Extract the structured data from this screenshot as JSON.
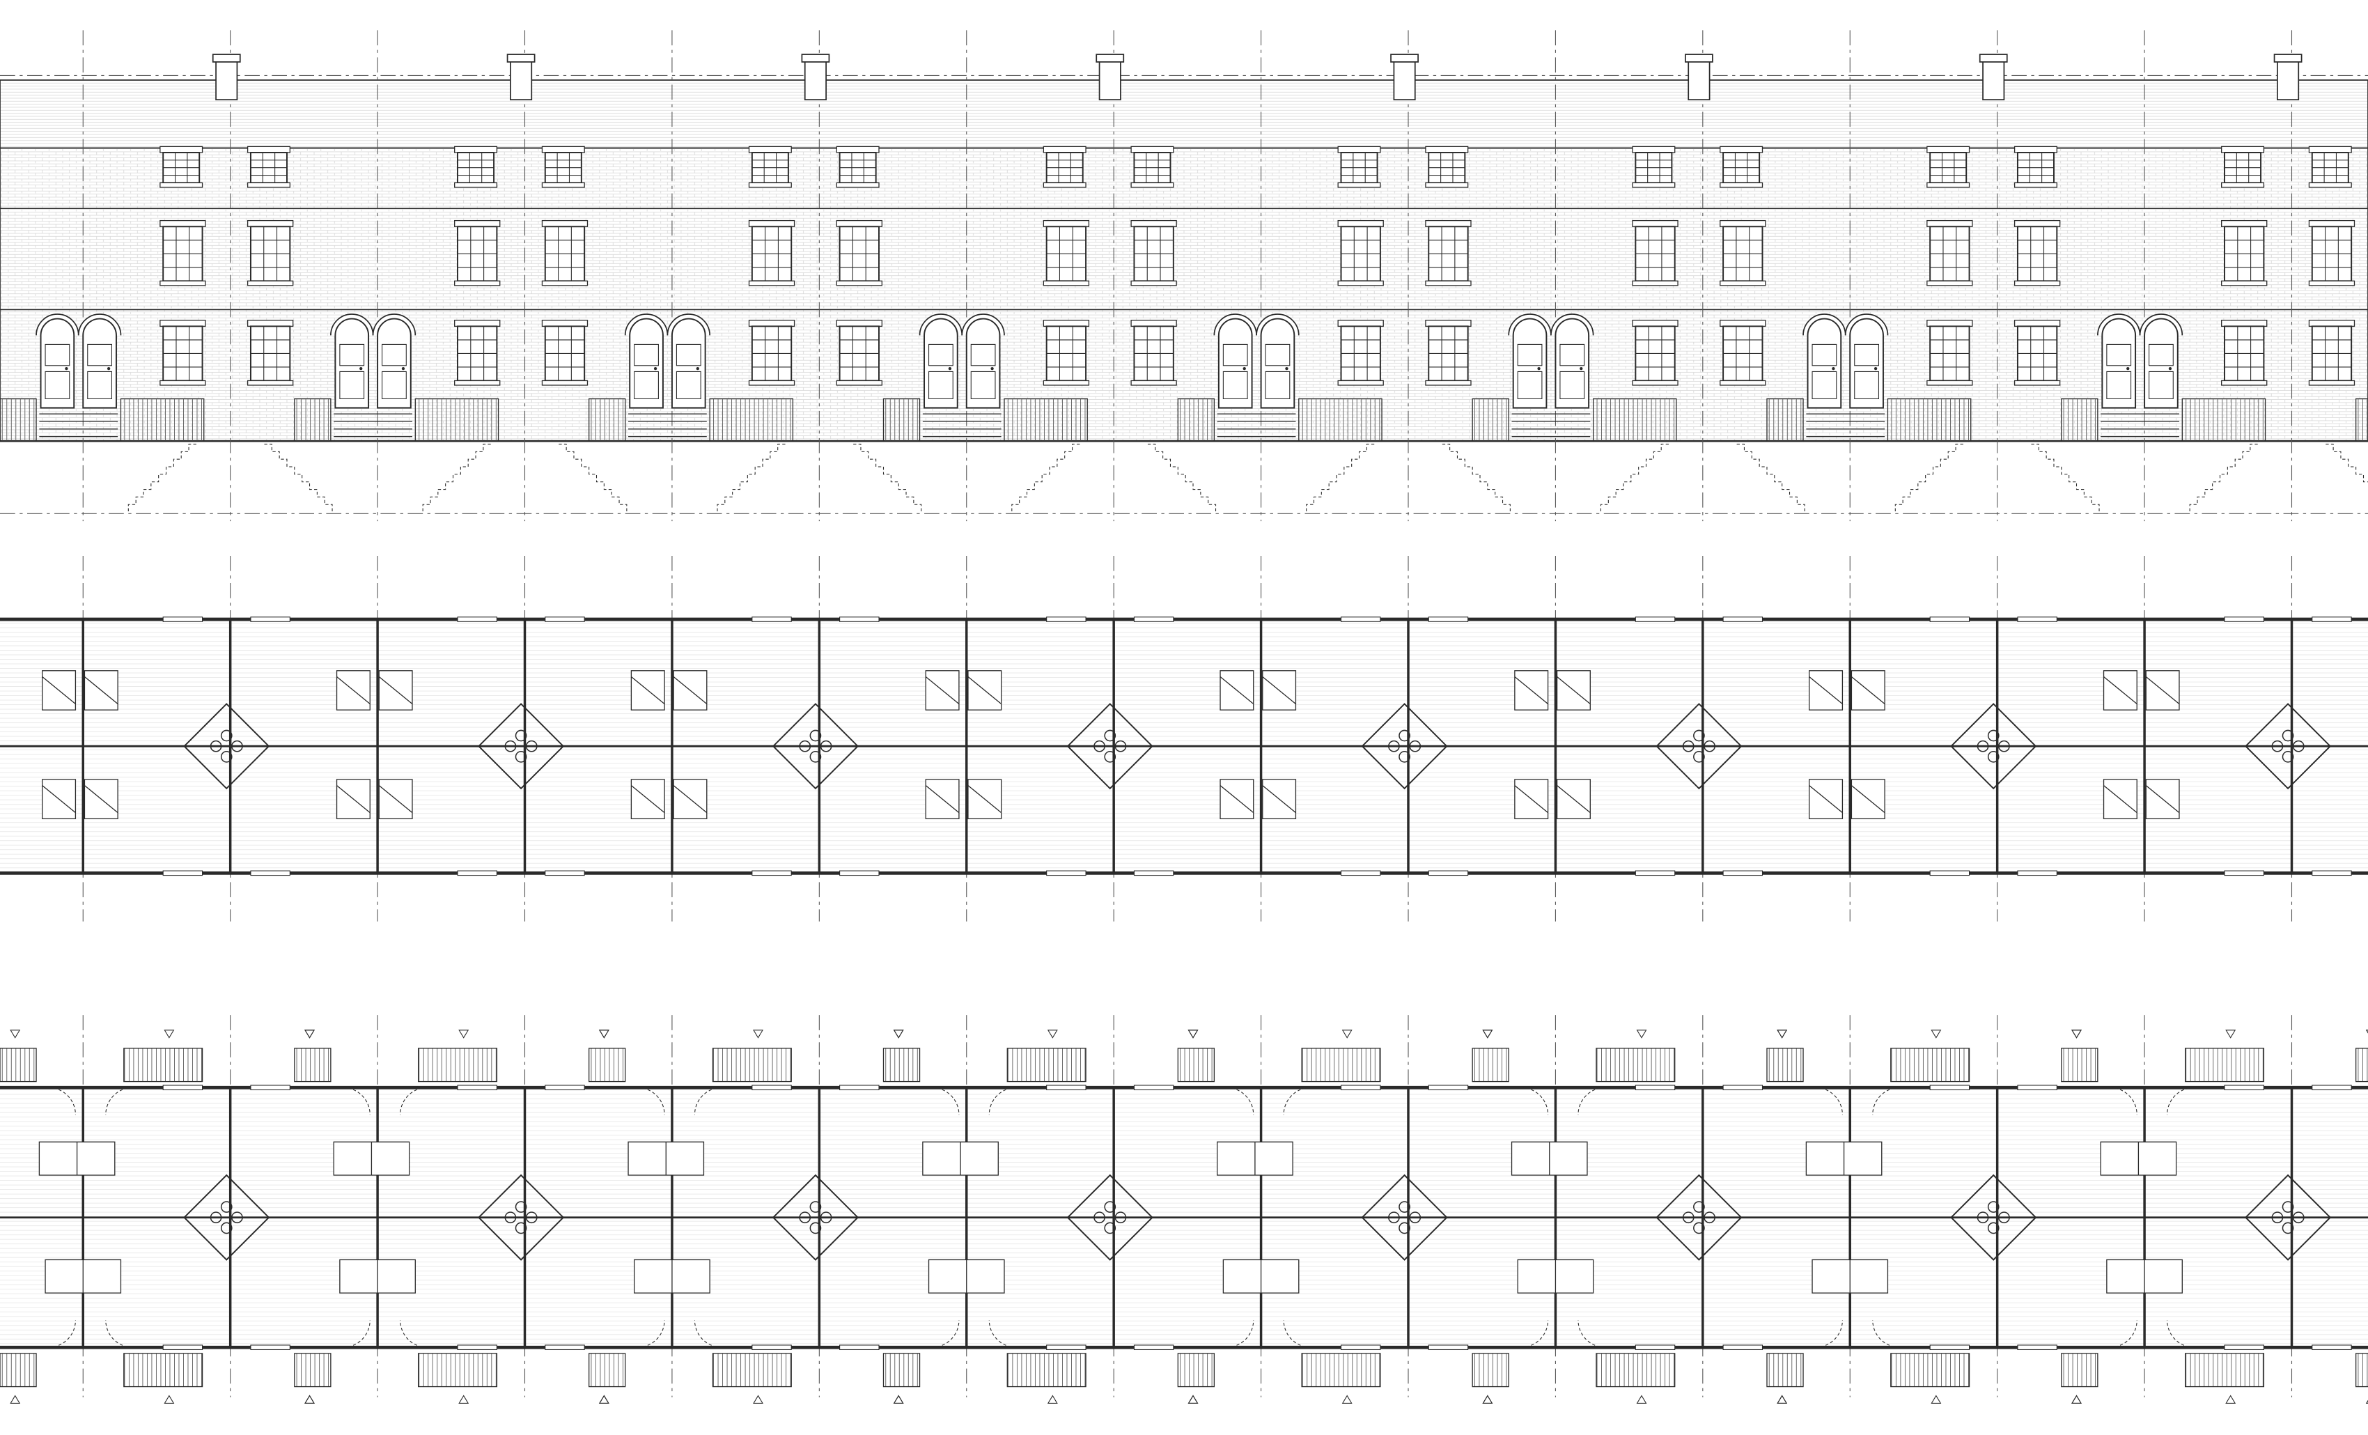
{
  "drawing": {
    "kind": "architectural-drawing-sheet",
    "views": [
      "front-elevation",
      "upper-floor-plan",
      "ground-floor-plan"
    ],
    "terrace": {
      "house_pairs": 8,
      "storeys": 3,
      "windows_per_bay_per_floor": 2,
      "doors_per_pair": 2,
      "chimney_stacks": 8,
      "arched_door_heads": true,
      "front_railings": true,
      "front_steps": true,
      "central_party_wall_junctions": 8,
      "front_and_rear_yards_on_ground_plan": true
    },
    "colors": {
      "ink": "#2a2a2a",
      "hatch": "#cfcfcf",
      "paper": "#ffffff",
      "centerline": "#555555"
    },
    "text": {}
  }
}
